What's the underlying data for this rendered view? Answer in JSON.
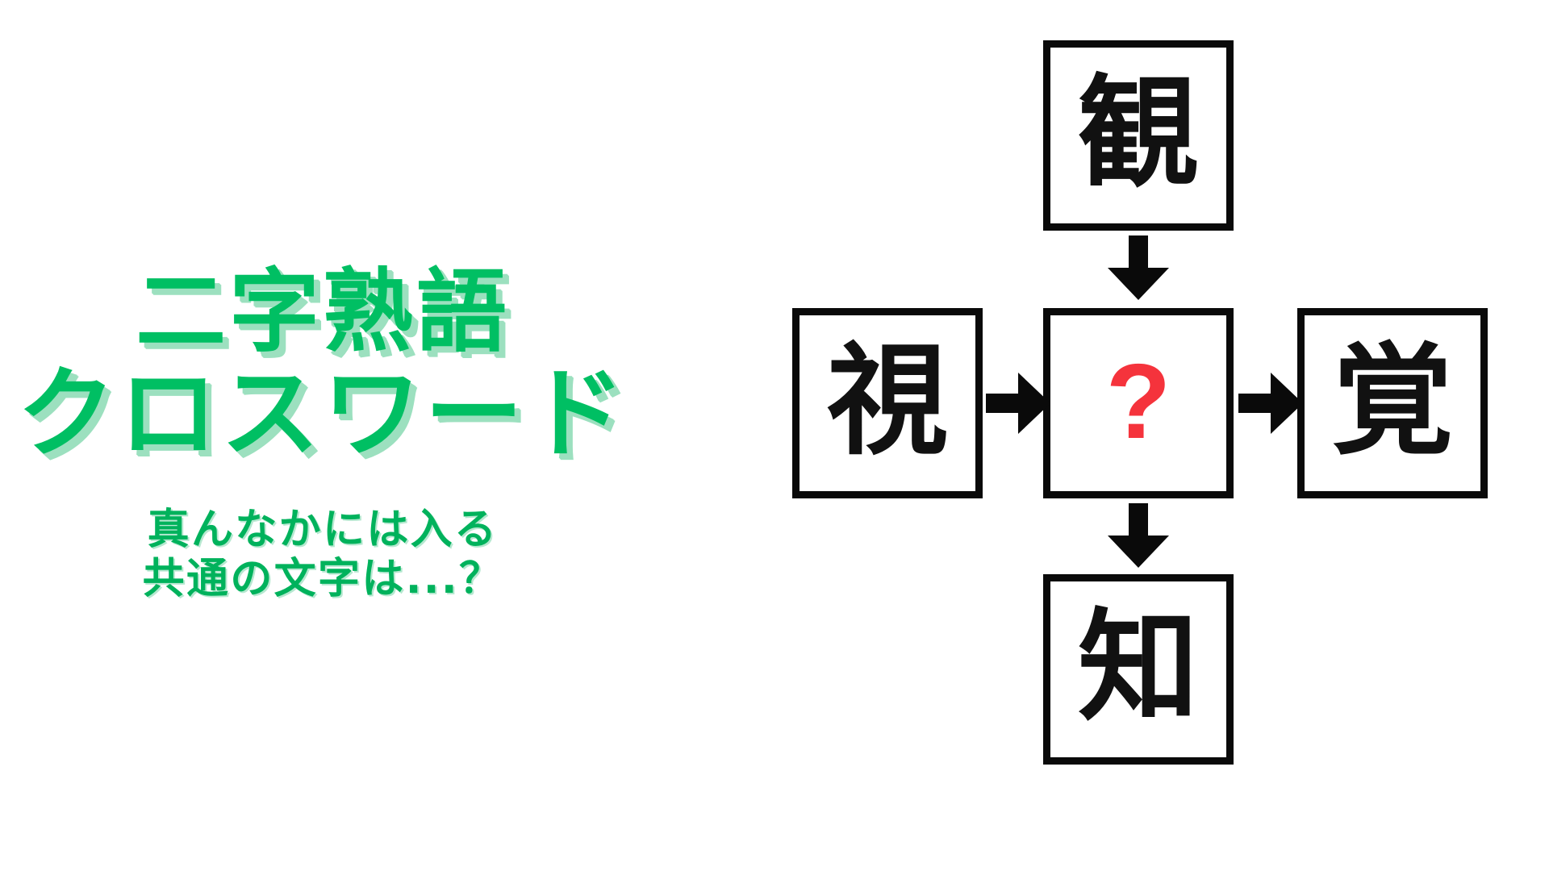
{
  "background_color": "#ffffff",
  "palette": {
    "title_green": "#00bf63",
    "title_shadow_green": "#9ce0bf",
    "subtitle_green": "#00b25c",
    "box_border": "#0a0a0a",
    "kanji_black": "#111111",
    "answer_red": "#f5333c"
  },
  "title": {
    "line_1": "二字熟語",
    "line_2": "クロスワード"
  },
  "subtitle": {
    "line_1": "真んなかには入る",
    "line_2": "共通の文字は...？"
  },
  "puzzle": {
    "type": "kanji-crossword",
    "cells": {
      "top": {
        "char": "観",
        "is_answer": false
      },
      "left": {
        "char": "視",
        "is_answer": false
      },
      "center": {
        "char": "?",
        "is_answer": true
      },
      "right": {
        "char": "覚",
        "is_answer": false
      },
      "bottom": {
        "char": "知",
        "is_answer": false
      }
    },
    "arrows": [
      {
        "name": "arrow-top-to-center",
        "direction": "down"
      },
      {
        "name": "arrow-left-to-center",
        "direction": "right"
      },
      {
        "name": "arrow-center-to-right",
        "direction": "right"
      },
      {
        "name": "arrow-center-to-bottom",
        "direction": "down"
      }
    ]
  }
}
